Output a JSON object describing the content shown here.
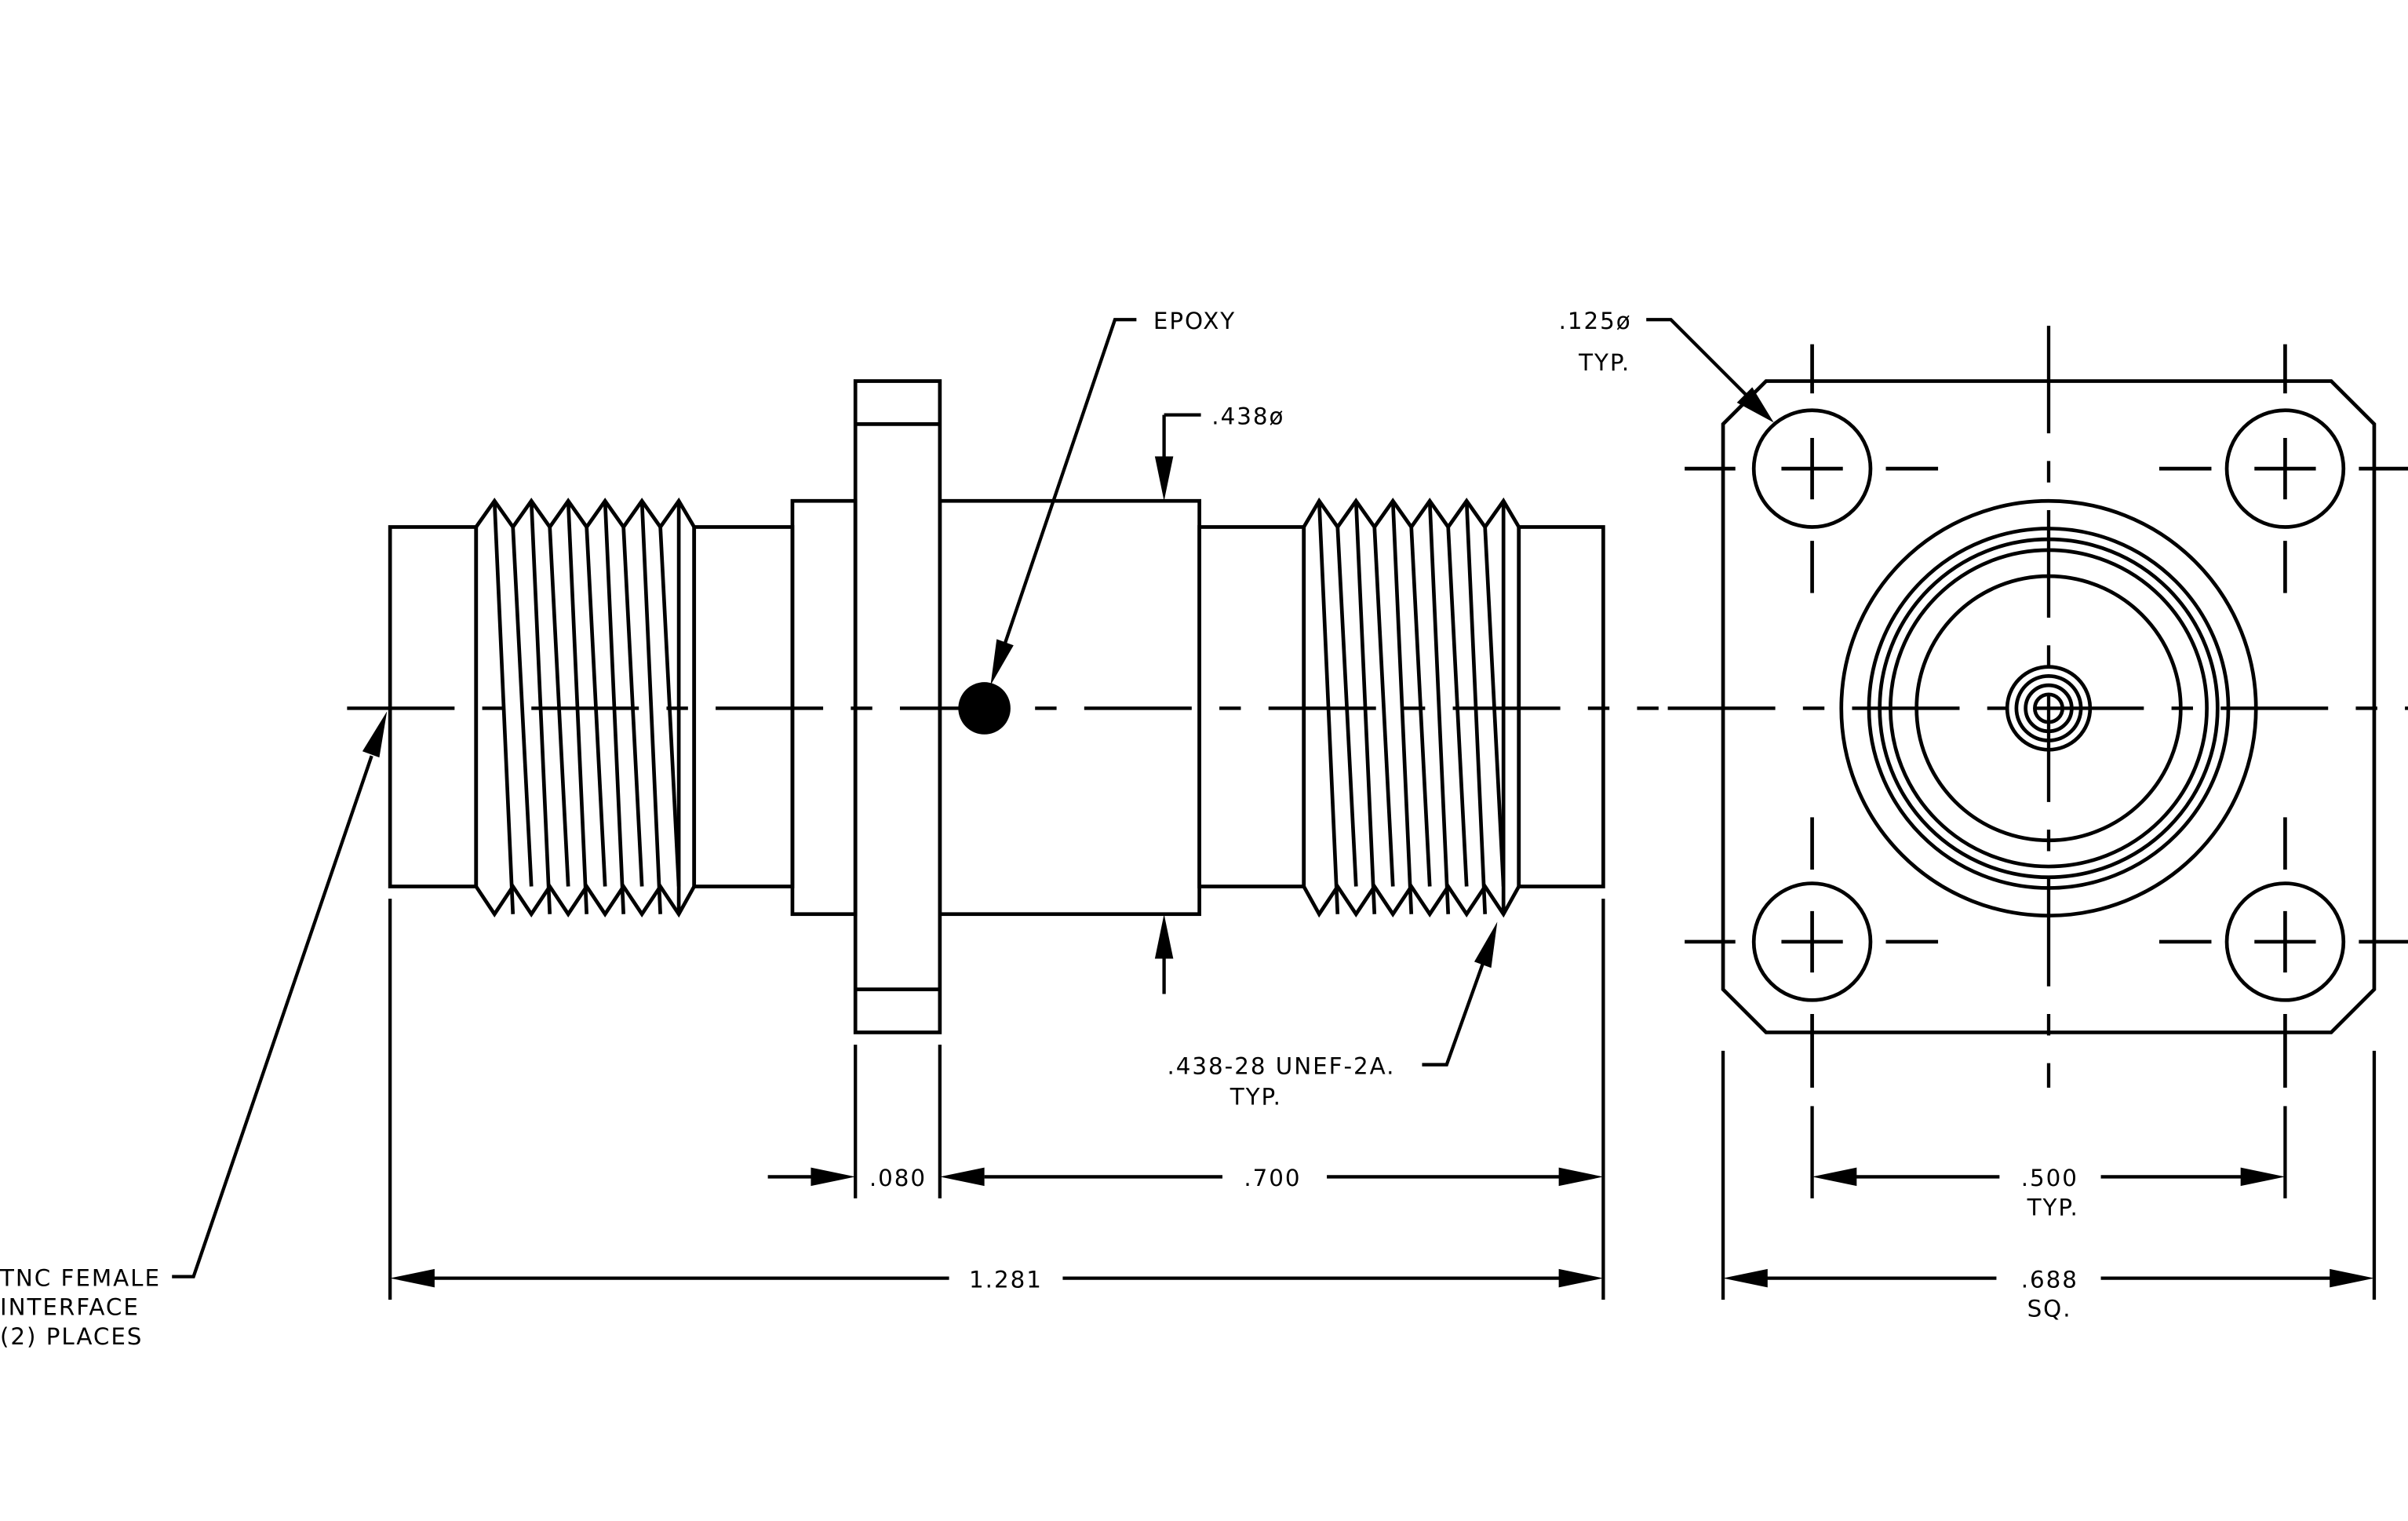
{
  "labels": {
    "epoxy": "EPOXY",
    "body_dia": ".438ø",
    "hole_dia": ".125ø",
    "hole_typ": "TYP.",
    "thread": ".438-28 UNEF-2A.",
    "thread_typ": "TYP.",
    "flange_thk": ".080",
    "body_len": ".700",
    "overall_len": "1.281",
    "hole_spacing": ".500",
    "hole_spacing_typ": "TYP.",
    "flange_size": ".688",
    "flange_size_sq": "SQ.",
    "interface_line1": "TNC FEMALE",
    "interface_line2": "INTERFACE",
    "interface_line3": "(2) PLACES"
  },
  "colors": {
    "ink": "#000000",
    "paper": "#ffffff"
  }
}
